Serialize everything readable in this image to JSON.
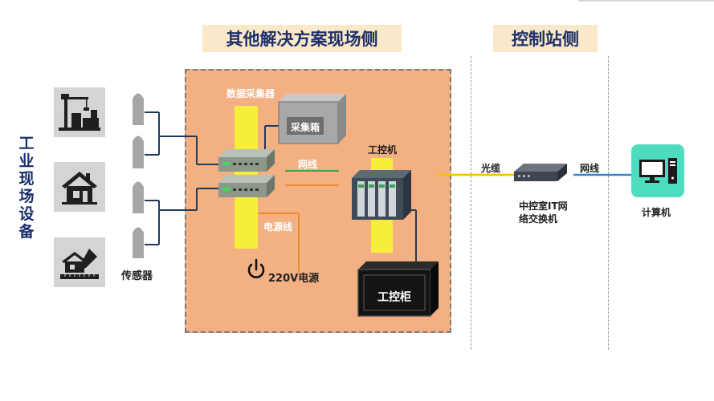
{
  "headers": {
    "field_side": "其他解决方案现场侧",
    "control_side": "控制站侧"
  },
  "left": {
    "title": "工业现场设备",
    "sensor_label": "传感器",
    "devices": [
      {
        "icon": "construction-crane-icon"
      },
      {
        "icon": "house-icon"
      },
      {
        "icon": "house-measure-icon"
      }
    ]
  },
  "field": {
    "collector_label": "数据采集器",
    "collect_box_label": "采集箱",
    "network_label": "网线",
    "ipc_label": "工控机",
    "power_line_label": "电源线",
    "power_label": "220V电源",
    "cabinet_label": "工控柜"
  },
  "control": {
    "fiber_label": "光缆",
    "switch_label_1": "中控室IT网",
    "switch_label_2": "络交换机",
    "network_label": "网线",
    "computer_label": "计算机"
  },
  "colors": {
    "header_bg": "#fbe8c8",
    "header_text": "#1b2f6b",
    "zone_fill": "#f3b083",
    "yellow_bar": "#f6ee3a",
    "network_line": "#3aa655",
    "power_line": "#f08a2c",
    "fiber_line": "#f2c200",
    "lan_line": "#3b86c6",
    "computer_bg": "#4ddcbd"
  }
}
